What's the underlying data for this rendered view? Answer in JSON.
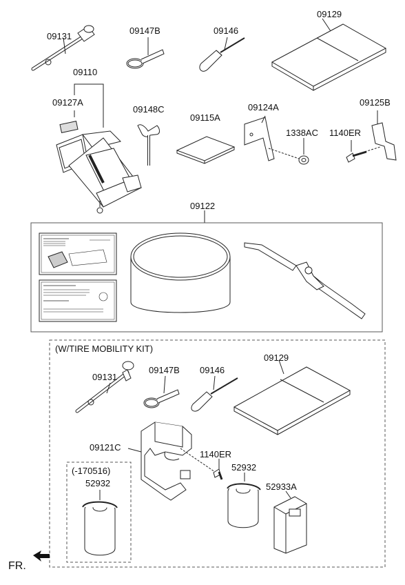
{
  "parts": {
    "p09131": "09131",
    "p09147B": "09147B",
    "p09146": "09146",
    "p09129": "09129",
    "p09110": "09110",
    "p09127A": "09127A",
    "p09148C": "09148C",
    "p09115A": "09115A",
    "p09124A": "09124A",
    "p09125B": "09125B",
    "p1338AC": "1338AC",
    "p1140ER": "1140ER",
    "p09122": "09122"
  },
  "kit": {
    "title": "(W/TIRE MOBILITY KIT)",
    "p09131": "09131",
    "p09147B": "09147B",
    "p09146": "09146",
    "p09129": "09129",
    "p09121C": "09121C",
    "p1140ER": "1140ER",
    "p52932": "52932",
    "p52933A": "52933A",
    "sub_title": "(-170516)",
    "sub_52932": "52932"
  },
  "direction": "FR.",
  "colors": {
    "line": "#222222",
    "frame": "#555555",
    "fill_light": "#f2f2f2"
  }
}
